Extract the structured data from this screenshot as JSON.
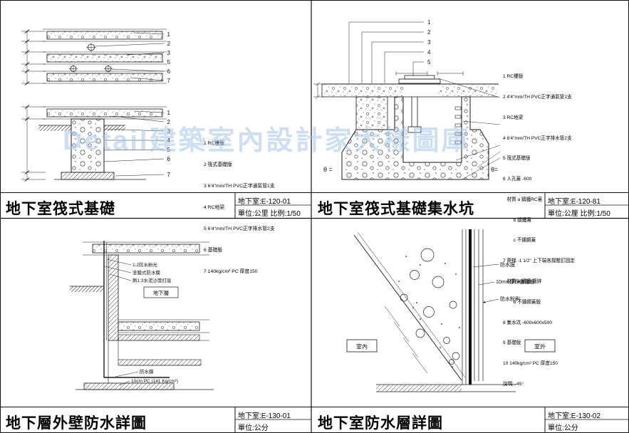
{
  "watermark": {
    "text": "Detail建築室內設計家大樣圖庫",
    "color": "#9cc0e6"
  },
  "panels": {
    "tl": {
      "title": "地下室筏式基礎",
      "ref": "地下室:E-120-01",
      "units": "單位:公里 比例:1/50",
      "upper_callouts": [
        "1",
        "2",
        "3",
        "5",
        "6",
        "7"
      ],
      "lower_callouts": [
        "1",
        "2",
        "3",
        "4",
        "5",
        "6",
        "7"
      ],
      "legend": [
        "1 RC樓版",
        "2 筏式基礎版",
        "3 6'4\"mm/TH PVC正字通氣管1支",
        "4 RC地梁",
        "5 6'4\"mm/TH PVC正字排水管2支",
        "6 基礎版",
        "7 140kg/cm² PC 厚度150"
      ]
    },
    "tr": {
      "title": "地下室筏式基礎集水坑",
      "ref": "地下室:E-120-81",
      "units": "單位:公厘 比例:1/50",
      "top_callouts": [
        "1",
        "2",
        "3",
        "4",
        "5"
      ],
      "theta_left": "θ =",
      "theta_right": "θ=",
      "legend": [
        "1 RC樓版",
        "2 4'4\"mm/TH PVC正字通氣管1支",
        "3 RC地梁",
        "4 6'4\"mm/TH PVC正字排水管2支",
        "5 筏式基礎版",
        "6 人孔蓋 -600",
        "   材質 a 鑄鐵RC蓋",
        "        b 鑄鐵蓋",
        "        c 不鏽鋼蓋",
        "7 爬梯 -1 1/2\" 上下端各撐壓釘固定",
        "   材質 a 鑄鐵 鍍鋅",
        "        b 不鏽鋼蓋版",
        "8 集水坑 -600x600x500",
        "9 基礎版",
        "10 140kg/cm² PC 厚度150",
        "說明: -45°"
      ]
    },
    "bl": {
      "title": "地下層外壁防水詳圖",
      "ref": "地下室:E-130-01",
      "units": "單位:公分",
      "wall_labels": [
        "1:2防水粉光",
        "塗膜式防水膜",
        "刷1:3水泥沙漿打底"
      ],
      "floor_label": "地下層",
      "membrane_label": "防水膜",
      "pc_label": "10cm PC (141 Kg/cm²)"
    },
    "br": {
      "title": "地下室防水層詳圖",
      "ref": "地下室:E-130-02",
      "units": "單位:公分",
      "labels": [
        "防水膜",
        "10mm厚保麗龍板",
        "防水粉刷"
      ],
      "room_left": "室內",
      "room_right": "室外"
    }
  }
}
